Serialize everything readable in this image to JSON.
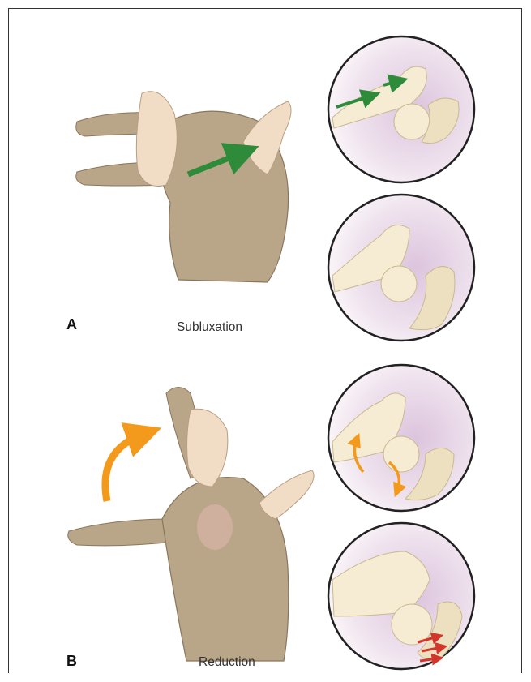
{
  "panels": [
    {
      "letter": "A",
      "caption": "Subluxation"
    },
    {
      "letter": "B",
      "caption": "Reduction"
    }
  ],
  "colors": {
    "skin": "#b9a588",
    "skin_shadow": "#9a8668",
    "hand": "#f1dcc6",
    "bone": "#f5ecd3",
    "inset_bg": "#e9dbe8",
    "arrow_green": "#2e8b3a",
    "arrow_orange": "#f39a1d",
    "arrow_red": "#d3352b"
  },
  "icons": [
    "push-arrow-icon",
    "rotate-arrow-icon"
  ]
}
